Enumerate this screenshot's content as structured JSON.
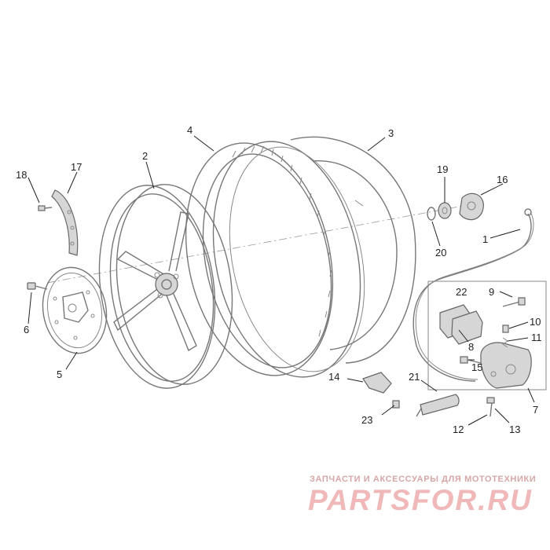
{
  "diagram": {
    "callouts": [
      {
        "id": "c1",
        "label": "1"
      },
      {
        "id": "c2",
        "label": "2"
      },
      {
        "id": "c3",
        "label": "3"
      },
      {
        "id": "c4",
        "label": "4"
      },
      {
        "id": "c5",
        "label": "5"
      },
      {
        "id": "c6",
        "label": "6"
      },
      {
        "id": "c7",
        "label": "7"
      },
      {
        "id": "c8",
        "label": "8"
      },
      {
        "id": "c9",
        "label": "9"
      },
      {
        "id": "c10",
        "label": "10"
      },
      {
        "id": "c11",
        "label": "11"
      },
      {
        "id": "c12",
        "label": "12"
      },
      {
        "id": "c13",
        "label": "13"
      },
      {
        "id": "c14",
        "label": "14"
      },
      {
        "id": "c15",
        "label": "15"
      },
      {
        "id": "c16",
        "label": "16"
      },
      {
        "id": "c17",
        "label": "17"
      },
      {
        "id": "c18",
        "label": "18"
      },
      {
        "id": "c19",
        "label": "19"
      },
      {
        "id": "c20",
        "label": "20"
      },
      {
        "id": "c21",
        "label": "21"
      },
      {
        "id": "c22",
        "label": "22"
      },
      {
        "id": "c23",
        "label": "23"
      }
    ]
  },
  "watermark": {
    "tagline": "ЗАПЧАСТИ И АКСЕССУАРЫ ДЛЯ МОТОТЕХНИКИ",
    "logo": "PARTSFOR.RU"
  }
}
